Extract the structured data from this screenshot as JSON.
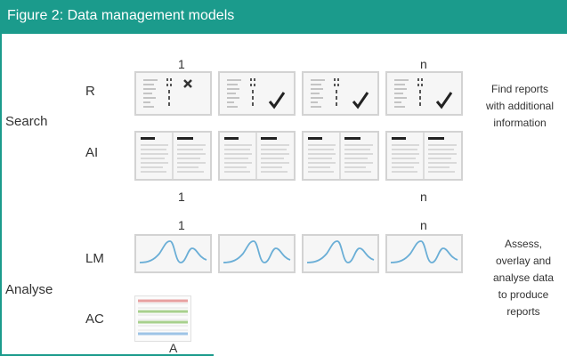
{
  "figure": {
    "title": "Figure 2: Data management models"
  },
  "search": {
    "label": "Search",
    "row_r_label": "R",
    "row_ai_label": "AI",
    "top_first": "1",
    "top_last": "n",
    "bottom_first": "1",
    "bottom_last": "n",
    "report_marks": [
      "cross-icon",
      "check-icon",
      "check-icon",
      "check-icon"
    ],
    "description": [
      "Find reports",
      "with additional",
      "information"
    ]
  },
  "analyse": {
    "label": "Analyse",
    "row_lm_label": "LM",
    "row_ac_label": "AC",
    "top_first": "1",
    "top_last": "n",
    "bottom_label": "A",
    "description": [
      "Assess,",
      "overlay and",
      "analyse data",
      "to produce",
      "reports"
    ]
  },
  "colors": {
    "header": "#1b9b8c",
    "curve": "#6aaed6",
    "ac_lines": [
      "#e8a0a0",
      "#a8d08d",
      "#a8d08d",
      "#9dc3e6"
    ]
  }
}
